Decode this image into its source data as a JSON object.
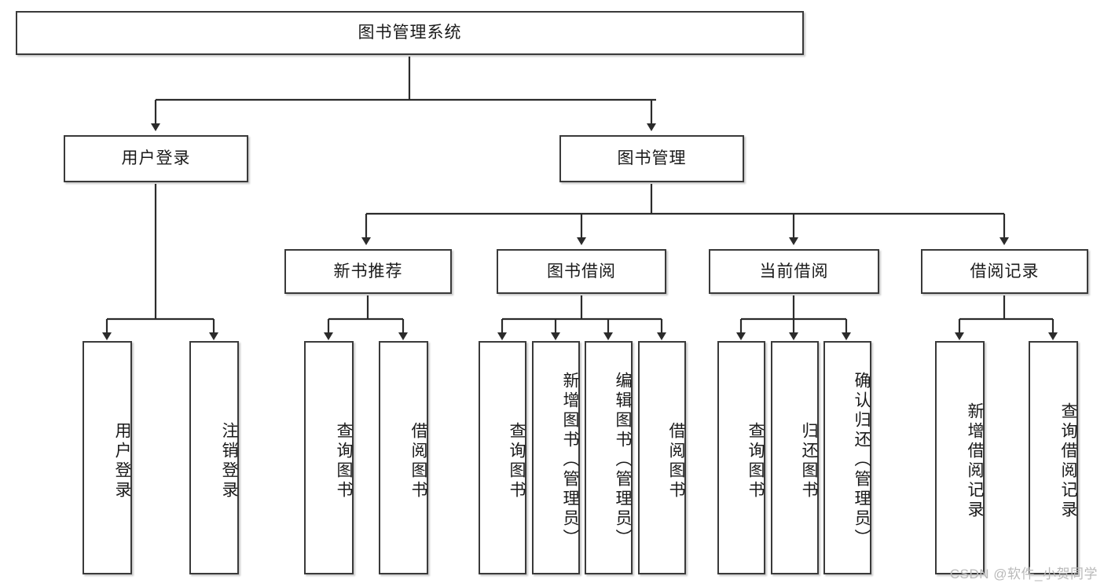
{
  "diagram": {
    "type": "tree-hierarchy",
    "title": "图书管理系统",
    "watermark": "CSDN @软件_小贺同学",
    "colors": {
      "box_border": "#3a3a3a",
      "box_fill": "#ffffff",
      "edge": "#2b2b2b",
      "text": "#1a1a1a",
      "watermark": "#b9b9b9"
    },
    "root": {
      "label": "图书管理系统"
    },
    "level2": [
      {
        "label": "用户登录"
      },
      {
        "label": "图书管理"
      }
    ],
    "level3": [
      {
        "label": "新书推荐"
      },
      {
        "label": "图书借阅"
      },
      {
        "label": "当前借阅"
      },
      {
        "label": "借阅记录"
      }
    ],
    "leaves": {
      "user_login": [
        {
          "label": "用户登录"
        },
        {
          "label": "注销登录"
        }
      ],
      "new_book_recommend": [
        {
          "label": "查询图书"
        },
        {
          "label": "借阅图书"
        }
      ],
      "book_borrow": [
        {
          "label": "查询图书"
        },
        {
          "label": "新增图书（管理员）"
        },
        {
          "label": "编辑图书（管理员）"
        },
        {
          "label": "借阅图书"
        }
      ],
      "current_borrow": [
        {
          "label": "查询图书"
        },
        {
          "label": "归还图书"
        },
        {
          "label": "确认归还（管理员）"
        }
      ],
      "borrow_record": [
        {
          "label": "新增借阅记录"
        },
        {
          "label": "查询借阅记录"
        }
      ]
    }
  }
}
